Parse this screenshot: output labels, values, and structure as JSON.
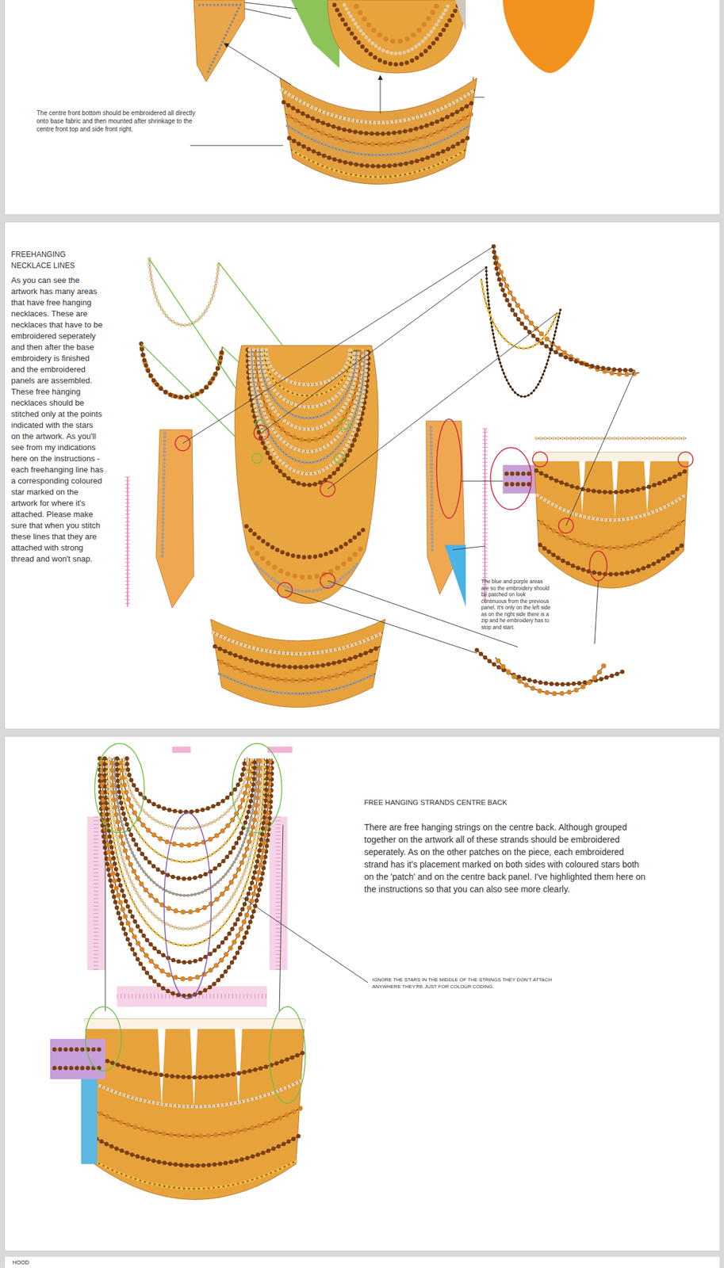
{
  "diagram": {
    "nodes": [
      {
        "text": [
          "The centre front bottom should be embroidered all directly onto base fabric and then mounted after shrinkage to the centre front top and side front right."
        ]
      },
      {
        "text": [
          "FREEHANGING NECKLACE LINES",
          "As you can see the artwork has many areas that have free hanging necklaces. These are necklaces that have to be embroidered seperately and then after the base embroidery is finished and the embroidered panels are assembled. These free hanging necklaces should be stitched only at the points indicated with the stars on the artwork. As you'll see from my indications here on the instructions - each freehanging line has a corresponding coloured star marked on the artwork for where it's attached. Please make sure that when you stitch these lines that they are attached with strong thread and won't snap.",
          "The blue and purple areas are so the embroidery should be patched on look continuous from the previous panel. It's only on the left side as on the right side there is a zip and he embroidery has to stop and start."
        ]
      },
      {
        "text": [
          "FREE HANGING STRANDS CENTRE BACK",
          "There are free hanging strings on the centre back. Although grouped together on the artwork all of these strands should be embroidered seperately. As on the other patches on the piece, each embroidered strand has it's placement marked on both sides with coloured stars both on the 'patch' and on the centre back panel. I've highlighted them here on the instructions so that you can also see more clearly.",
          "IGNORE THE STARS IN THE MIDDLE OF THE STRINGS THEY DON'T ATTACH ANYWHERE THEY'RE JUST FOR COLOUR CODING."
        ]
      }
    ],
    "labels": [
      "HOOD"
    ]
  }
}
